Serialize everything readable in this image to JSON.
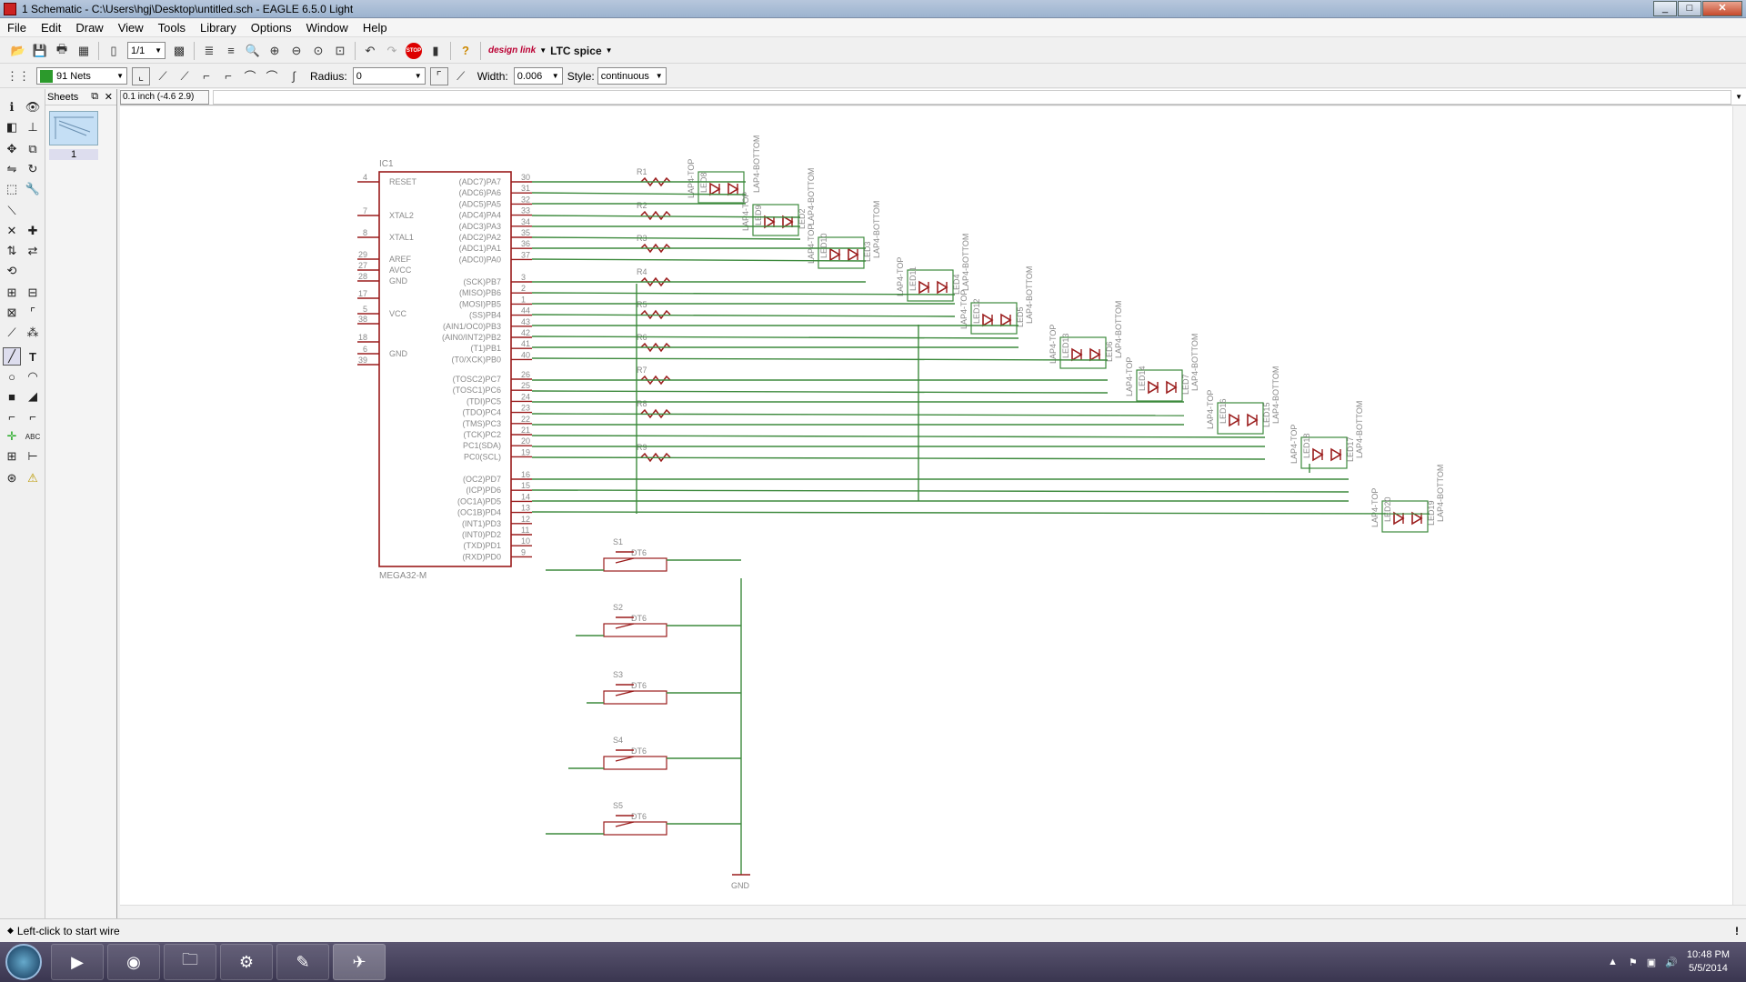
{
  "window": {
    "title": "1 Schematic - C:\\Users\\hgj\\Desktop\\untitled.sch - EAGLE 6.5.0 Light"
  },
  "menu": [
    "File",
    "Edit",
    "Draw",
    "View",
    "Tools",
    "Library",
    "Options",
    "Window",
    "Help"
  ],
  "toolbar": {
    "sheet_select": "1/1",
    "brand_design": "design link",
    "brand_ltc": "LTC spice",
    "stop_label": "STOP"
  },
  "params": {
    "net_class": "91 Nets",
    "radius_label": "Radius:",
    "radius_value": "0",
    "width_label": "Width:",
    "width_value": "0.006",
    "style_label": "Style:",
    "style_value": "continuous"
  },
  "sheets": {
    "title": "Sheets",
    "items": [
      "1"
    ]
  },
  "coord": "0.1 inch (-4.6 2.9)",
  "status": "Left-click to start wire",
  "clock": {
    "time": "10:48 PM",
    "date": "5/5/2014"
  },
  "colors": {
    "wire": "#3d8a3d",
    "symbol": "#9a1b1b",
    "text": "#8a8a8a"
  },
  "schematic": {
    "ic": {
      "name": "IC1",
      "value": "MEGA32-M",
      "left_pins": [
        {
          "num": "4",
          "name": "RESET"
        },
        {
          "num": "7",
          "name": "XTAL2"
        },
        {
          "num": "8",
          "name": "XTAL1"
        },
        {
          "num": "29",
          "name": "AREF"
        },
        {
          "num": "27",
          "name": "AVCC"
        },
        {
          "num": "28",
          "name": "GND"
        },
        {
          "num": "17",
          "name": ""
        },
        {
          "num": "5",
          "name": "VCC"
        },
        {
          "num": "38",
          "name": ""
        },
        {
          "num": "18",
          "name": ""
        },
        {
          "num": "6",
          "name": "GND"
        },
        {
          "num": "39",
          "name": ""
        }
      ],
      "right_pins": [
        {
          "num": "30",
          "name": "(ADC7)PA7"
        },
        {
          "num": "31",
          "name": "(ADC6)PA6"
        },
        {
          "num": "32",
          "name": "(ADC5)PA5"
        },
        {
          "num": "33",
          "name": "(ADC4)PA4"
        },
        {
          "num": "34",
          "name": "(ADC3)PA3"
        },
        {
          "num": "35",
          "name": "(ADC2)PA2"
        },
        {
          "num": "36",
          "name": "(ADC1)PA1"
        },
        {
          "num": "37",
          "name": "(ADC0)PA0"
        },
        {
          "num": "3",
          "name": "(SCK)PB7"
        },
        {
          "num": "2",
          "name": "(MISO)PB6"
        },
        {
          "num": "1",
          "name": "(MOSI)PB5"
        },
        {
          "num": "44",
          "name": "(SS)PB4"
        },
        {
          "num": "43",
          "name": "(AIN1/OC0)PB3"
        },
        {
          "num": "42",
          "name": "(AIN0/INT2)PB2"
        },
        {
          "num": "41",
          "name": "(T1)PB1"
        },
        {
          "num": "40",
          "name": "(T0/XCK)PB0"
        },
        {
          "num": "26",
          "name": "(TOSC2)PC7"
        },
        {
          "num": "25",
          "name": "(TOSC1)PC6"
        },
        {
          "num": "24",
          "name": "(TDI)PC5"
        },
        {
          "num": "23",
          "name": "(TDO)PC4"
        },
        {
          "num": "22",
          "name": "(TMS)PC3"
        },
        {
          "num": "21",
          "name": "(TCK)PC2"
        },
        {
          "num": "20",
          "name": "PC1(SDA)"
        },
        {
          "num": "19",
          "name": "PC0(SCL)"
        },
        {
          "num": "16",
          "name": "(OC2)PD7"
        },
        {
          "num": "15",
          "name": "(ICP)PD6"
        },
        {
          "num": "14",
          "name": "(OC1A)PD5"
        },
        {
          "num": "13",
          "name": "(OC1B)PD4"
        },
        {
          "num": "12",
          "name": "(INT1)PD3"
        },
        {
          "num": "11",
          "name": "(INT0)PD2"
        },
        {
          "num": "10",
          "name": "(TXD)PD1"
        },
        {
          "num": "9",
          "name": "(RXD)PD0"
        }
      ]
    },
    "resistors": [
      "R1",
      "R2",
      "R3",
      "R4",
      "R5",
      "R6",
      "R7",
      "R8",
      "R9"
    ],
    "leds": [
      {
        "top": "LAP4-TOP",
        "name": "LED8",
        "bottom": "LAP4-BOTTOM"
      },
      {
        "top": "LAP4-TOP",
        "name": "LED9",
        "bottom": "LAP4-BOTTOM",
        "name2": "LED2"
      },
      {
        "top": "LAP4-TOP",
        "name": "LED10",
        "bottom": "LAP4-BOTTOM",
        "name2": "LED3"
      },
      {
        "top": "LAP4-TOP",
        "name": "LED11",
        "bottom": "LAP4-BOTTOM",
        "name2": "LED4"
      },
      {
        "top": "LAP4-TOP",
        "name": "LED12",
        "bottom": "LAP4-BOTTOM",
        "name2": "LED5"
      },
      {
        "top": "LAP4-TOP",
        "name": "LED13",
        "bottom": "LAP4-BOTTOM",
        "name2": "LED6"
      },
      {
        "top": "LAP4-TOP",
        "name": "LED14",
        "bottom": "LAP4-BOTTOM",
        "name2": "LED7"
      },
      {
        "top": "LAP4-TOP",
        "name": "LED16",
        "bottom": "LAP4-BOTTOM",
        "name2": "LED15"
      },
      {
        "top": "LAP4-TOP",
        "name": "LED18",
        "bottom": "LAP4-BOTTOM",
        "name2": "LED17"
      },
      {
        "top": "LAP4-TOP",
        "name": "LED20",
        "bottom": "LAP4-BOTTOM",
        "name2": "LED19"
      }
    ],
    "switches": [
      {
        "name": "S1",
        "value": "DT6"
      },
      {
        "name": "S2",
        "value": "DT6"
      },
      {
        "name": "S3",
        "value": "DT6"
      },
      {
        "name": "S4",
        "value": "DT6"
      },
      {
        "name": "S5",
        "value": "DT6"
      }
    ],
    "gnd_label": "GND"
  }
}
